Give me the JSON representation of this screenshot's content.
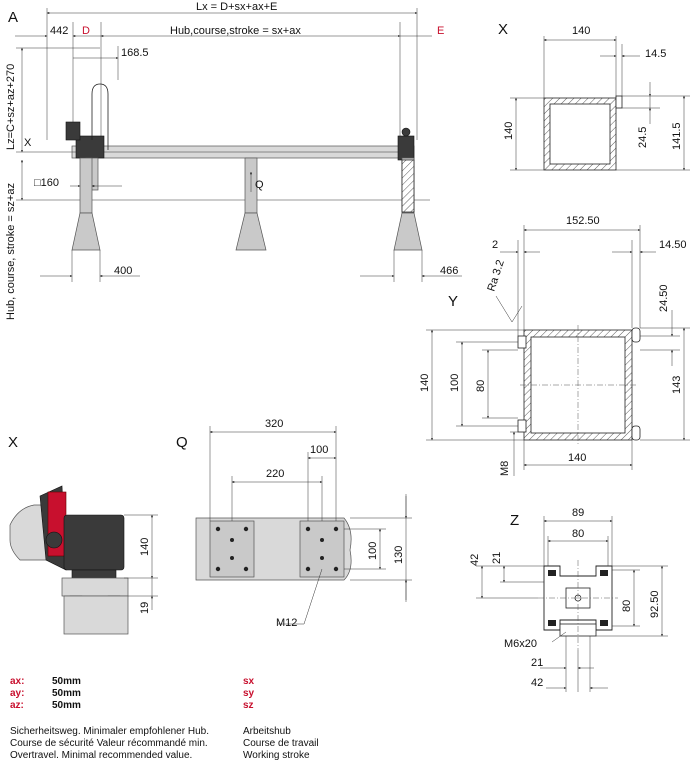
{
  "views": {
    "A": {
      "label": "A",
      "dim_top": "Lx = D+sx+ax+E",
      "dim_left_442": "442",
      "dim_D": "D",
      "dim_stroke": "Hub,course,stroke = sx+ax",
      "dim_E": "E",
      "dim_168": "168.5",
      "dim_lz": "Lz=C+sz+az+270",
      "dim_hub_vert": "Hub, course, stroke = sz+az",
      "mark_x": "X",
      "mark_q": "Q",
      "dim_sq160": "□160",
      "dim_400": "400",
      "dim_466": "466"
    },
    "X_section": {
      "label": "X",
      "dim_140w": "140",
      "dim_14_5": "14.5",
      "dim_140h": "140",
      "dim_24_5": "24.5",
      "dim_141_5": "141.5"
    },
    "Y_section": {
      "label": "Y",
      "dim_152_50": "152.50",
      "dim_2": "2",
      "dim_14_50": "14.50",
      "dim_ra": "Ra 3.2",
      "dim_24_50": "24.50",
      "dim_140h": "140",
      "dim_100": "100",
      "dim_80": "80",
      "dim_143": "143",
      "dim_m8": "M8",
      "dim_140w": "140"
    },
    "X_detail": {
      "label": "X",
      "dim_140": "140",
      "dim_19": "19"
    },
    "Q_detail": {
      "label": "Q",
      "dim_320": "320",
      "dim_100top": "100",
      "dim_220": "220",
      "dim_100": "100",
      "dim_130": "130",
      "dim_m12": "M12"
    },
    "Z_section": {
      "label": "Z",
      "dim_89": "89",
      "dim_80top": "80",
      "dim_42left": "42",
      "dim_21left": "21",
      "dim_80right": "80",
      "dim_92_50": "92.50",
      "dim_m6x20": "M6x20",
      "dim_21bottom": "21",
      "dim_42bottom": "42"
    }
  },
  "legend": {
    "ax_key": "ax:",
    "ax_val": "50mm",
    "ay_key": "ay:",
    "ay_val": "50mm",
    "az_key": "az:",
    "az_val": "50mm",
    "sx_key": "sx",
    "sy_key": "sy",
    "sz_key": "sz"
  },
  "notes": {
    "safety_de": "Sicherheitsweg. Minimaler empfohlener Hub.",
    "safety_fr": "Course de sécurité Valeur récommandé min.",
    "safety_en": "Overtravel. Minimal recommended value.",
    "stroke_de": "Arbeitshub",
    "stroke_fr": "Course de travail",
    "stroke_en": "Working stroke"
  },
  "colors": {
    "accent": "#c8102e"
  }
}
